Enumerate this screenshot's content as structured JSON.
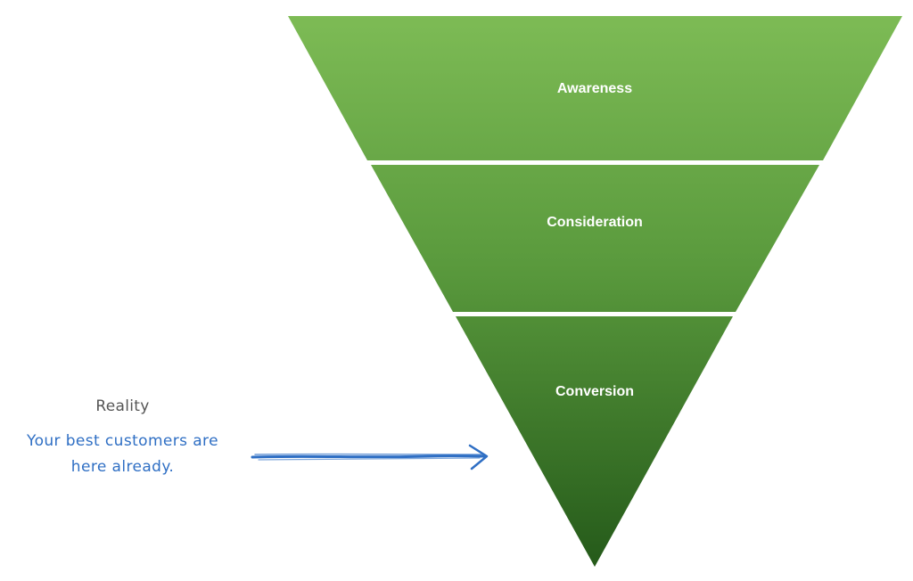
{
  "funnel": {
    "stages": [
      {
        "label": "Awareness"
      },
      {
        "label": "Consideration"
      },
      {
        "label": "Conversion"
      }
    ],
    "colors": {
      "top": "#7dbb55",
      "bottom": "#255a1a",
      "divider": "#ffffff"
    }
  },
  "annotation": {
    "title": "Reality",
    "text_line1": "Your best customers are",
    "text_line2": "here already.",
    "color": "#2f6fc4"
  }
}
